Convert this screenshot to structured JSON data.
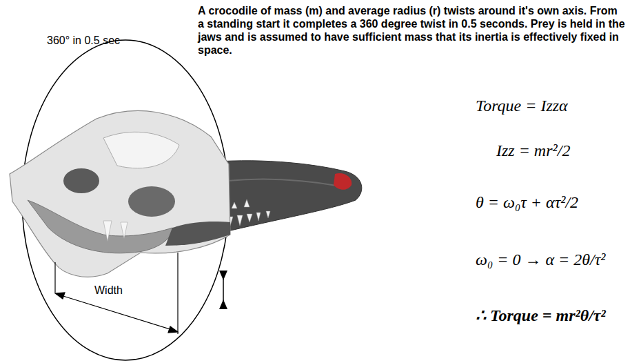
{
  "diagram": {
    "title": "A crocodile of mass (m) and average radius (r) twists around it's own axis. From a standing start it completes a 360 degree twist in 0.5 seconds. Prey is held in the jaws and is assumed to have sufficient mass that its inertia is effectively fixed in space.",
    "labels": [
      "360° in 0.5 sec",
      "Width",
      "Torque = Izzα",
      "Izz = mr²/2",
      "θ = ω₀τ + ατ²/2",
      "ω₀ = 0 → α = 2θ/τ²",
      "∴ Torque = mr²θ/τ²"
    ]
  }
}
